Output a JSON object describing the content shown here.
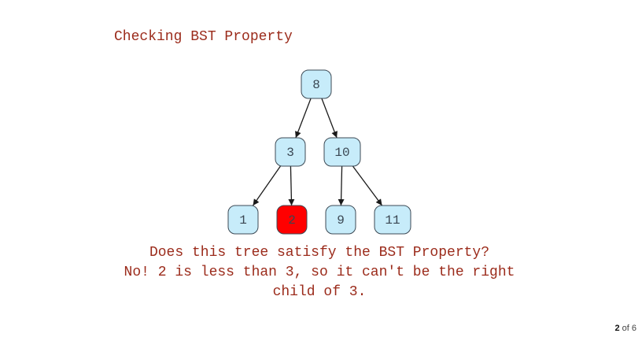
{
  "title": "Checking BST Property",
  "tree": {
    "nodes": [
      {
        "id": "n8",
        "label": "8",
        "highlight": false
      },
      {
        "id": "n3",
        "label": "3",
        "highlight": false
      },
      {
        "id": "n10",
        "label": "10",
        "highlight": false
      },
      {
        "id": "n1",
        "label": "1",
        "highlight": false
      },
      {
        "id": "n2",
        "label": "2",
        "highlight": true
      },
      {
        "id": "n9",
        "label": "9",
        "highlight": false
      },
      {
        "id": "n11",
        "label": "11",
        "highlight": false
      }
    ],
    "edges": [
      {
        "from": "n8",
        "to": "n3"
      },
      {
        "from": "n8",
        "to": "n10"
      },
      {
        "from": "n3",
        "to": "n1"
      },
      {
        "from": "n3",
        "to": "n2"
      },
      {
        "from": "n10",
        "to": "n9"
      },
      {
        "from": "n10",
        "to": "n11"
      }
    ],
    "colors": {
      "node_fill": "#c7ecfa",
      "highlight_fill": "#ff0000",
      "node_stroke": "#3d4a55"
    }
  },
  "caption": {
    "line1": "Does this tree satisfy the BST Property?",
    "line2": "No! 2 is less than 3, so it can't be the right",
    "line3": "child of 3."
  },
  "pager": {
    "current": "2",
    "separator": " of ",
    "total": "6"
  },
  "colors": {
    "text_accent": "#9b2b1b"
  }
}
